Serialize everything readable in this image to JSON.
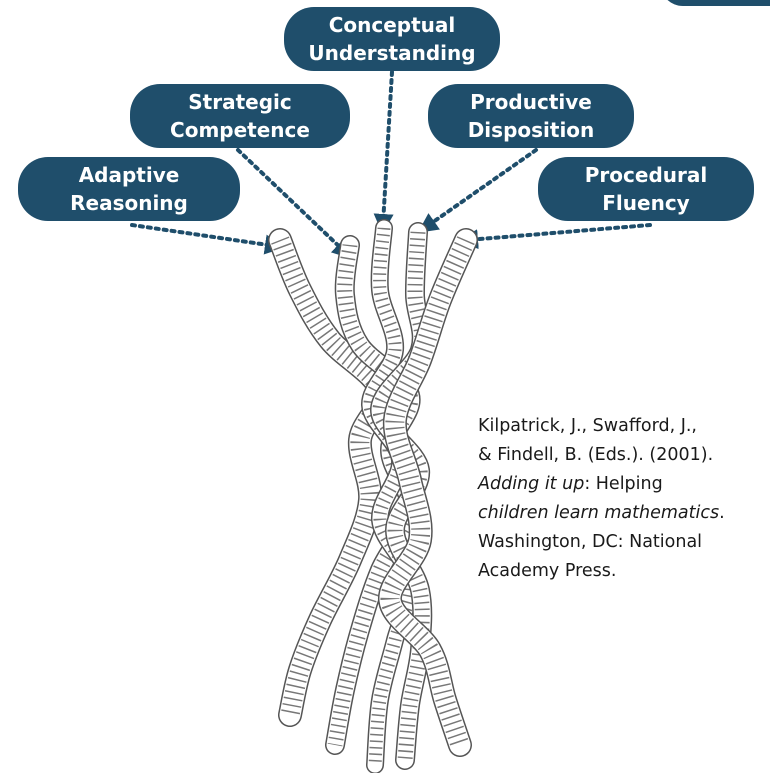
{
  "strands": {
    "conceptual": [
      "Conceptual",
      "Understanding"
    ],
    "strategic": [
      "Strategic",
      "Competence"
    ],
    "productive": [
      "Productive",
      "Disposition"
    ],
    "adaptive": [
      "Adaptive",
      "Reasoning"
    ],
    "procedural": [
      "Procedural",
      "Fluency"
    ]
  },
  "citation": {
    "line1": "Kilpatrick, J., Swafford, J.,",
    "line2": "& Findell, B. (Eds.). (2001).",
    "line3_italic": "Adding it up",
    "line3_rest": ": Helping",
    "line4_italic": "children learn mathematics",
    "line4_rest": ".",
    "line5": "Washington, DC: National",
    "line6": "Academy Press."
  },
  "colors": {
    "pill": "#1f4e6b",
    "arrow": "#1f4e6b",
    "rope_outline": "#555555",
    "text": "#1a1a1a"
  },
  "icons": {
    "illustration": "braided-rope"
  }
}
